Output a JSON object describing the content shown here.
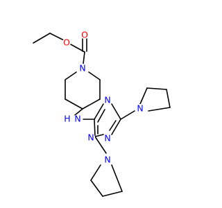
{
  "colors": {
    "bond": "#000000",
    "oxygen": "#ff0000",
    "nitrogen": "#0000ff"
  },
  "atom_labels": {
    "o_ester": "O",
    "o_carbonyl": "O",
    "n_piperidine": "N",
    "n_amine": "N",
    "h_amine": "H",
    "n_triazine_1": "N",
    "n_triazine_3": "N",
    "n_triazine_5": "N",
    "n_pyrrolidine_top": "N",
    "n_pyrrolidine_bottom": "N"
  }
}
